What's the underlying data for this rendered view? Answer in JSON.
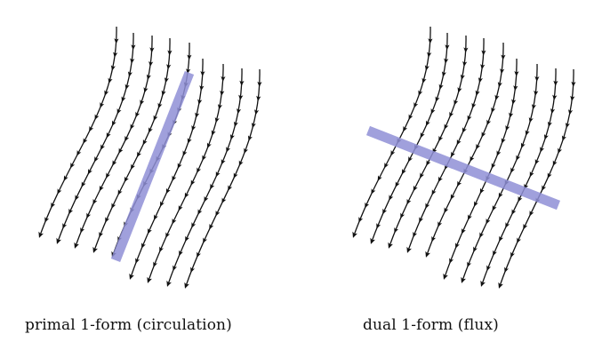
{
  "panels": [
    {
      "caption": "primal 1-form (circulation)",
      "bar_type": "circulation"
    },
    {
      "caption": "dual 1-form (flux)",
      "bar_type": "flux"
    }
  ],
  "colors": {
    "curve": "#111111",
    "arrow": "#111111",
    "bar": "#8f8fd6",
    "background": "#ffffff"
  }
}
